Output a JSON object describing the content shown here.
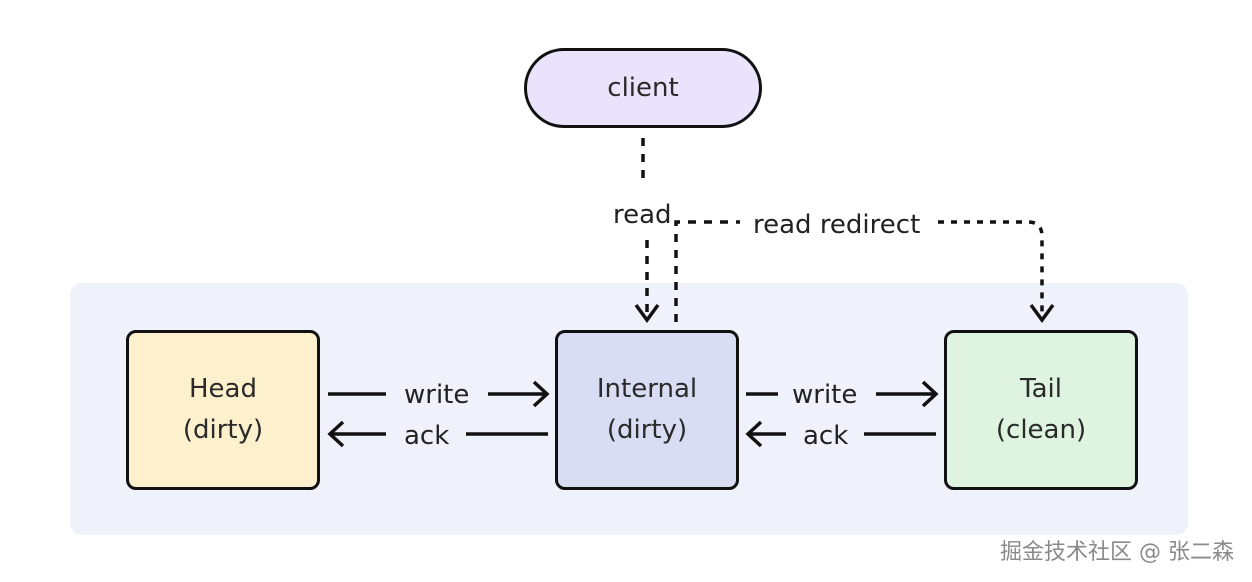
{
  "nodes": {
    "client": {
      "label": "client",
      "fill": "#e9e3fb"
    },
    "head": {
      "line1": "Head",
      "line2": "(dirty)",
      "fill": "#fdf0cc"
    },
    "internal": {
      "line1": "Internal",
      "line2": "(dirty)",
      "fill": "#d8ddf3"
    },
    "tail": {
      "line1": "Tail",
      "line2": "(clean)",
      "fill": "#dff3e1"
    }
  },
  "edges": {
    "read": "read",
    "read_redirect": "read redirect",
    "write_head_internal": "write",
    "ack_internal_head": "ack",
    "write_internal_tail": "write",
    "ack_tail_internal": "ack"
  },
  "colors": {
    "panel": "#eff2fb",
    "stroke": "#111111"
  },
  "watermark": "掘金技术社区 @ 张二森"
}
